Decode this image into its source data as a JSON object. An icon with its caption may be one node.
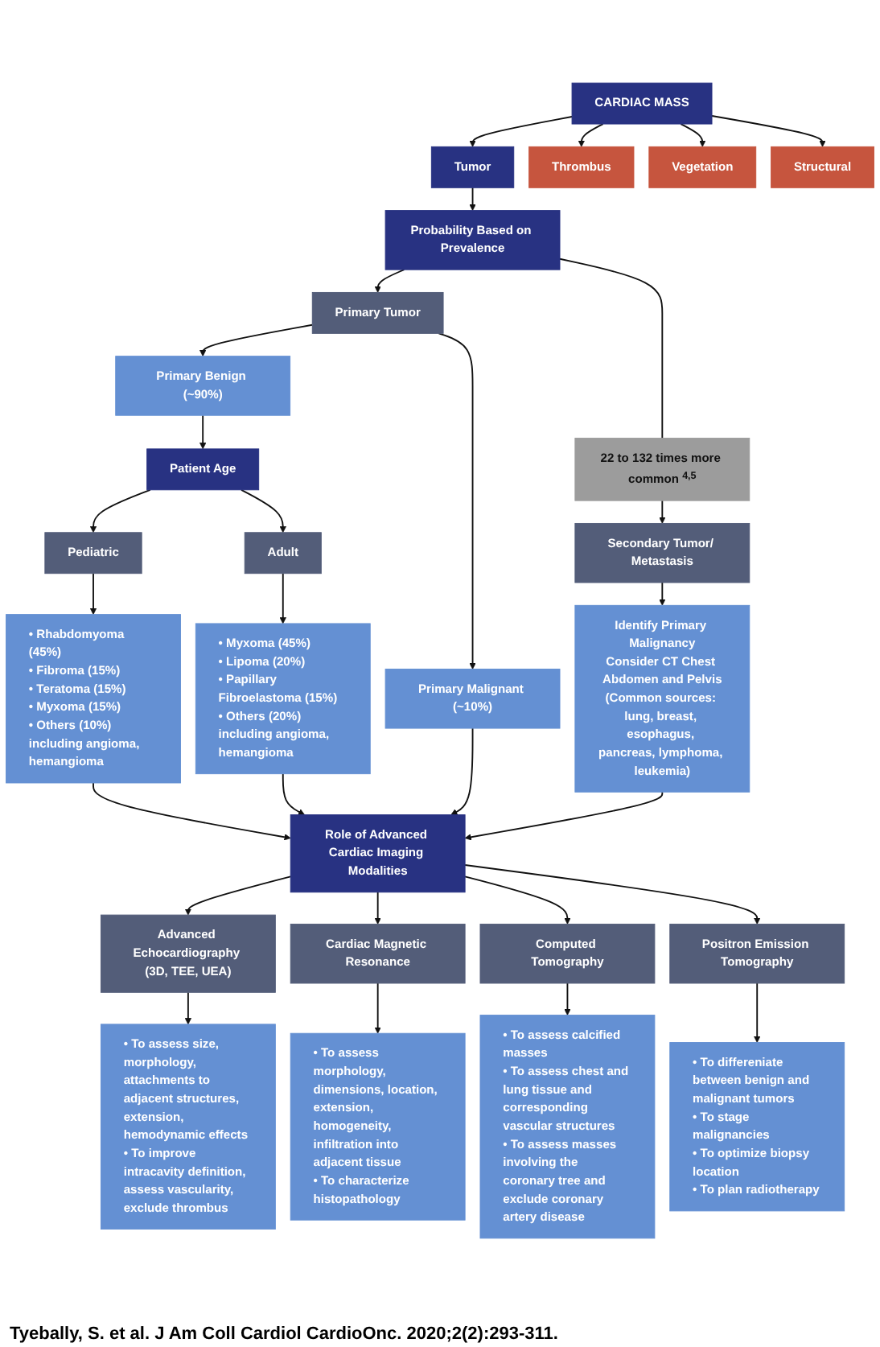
{
  "diagram": {
    "nodes": [
      {
        "text": [
          "CARDIAC MASS"
        ]
      },
      {
        "text": [
          "Tumor"
        ]
      },
      {
        "text": [
          "Thrombus"
        ]
      },
      {
        "text": [
          "Vegetation"
        ]
      },
      {
        "text": [
          "Structural"
        ]
      },
      {
        "text": [
          "Probability Based on Prevalence"
        ]
      },
      {
        "text": [
          "22 to 132 times more common $^{4,5}$"
        ]
      },
      {
        "text": [
          "Secondary Tumor/ Metastasis"
        ]
      },
      {
        "text": [
          "Identify Primary Malignancy",
          "Consider CT Chest Abdomen and Pelvis",
          "(Common sources: lung, breast, esophagus, pancreas, lymphoma, leukemia)"
        ]
      },
      {
        "text": [
          "Primary Tumor"
        ]
      },
      {
        "text": [
          "Primary Benign (~90%)"
        ]
      },
      {
        "text": [
          "Primary Malignant (~10%)"
        ]
      },
      {
        "text": [
          "Patient Age"
        ]
      },
      {
        "text": [
          "Pediatric"
        ]
      },
      {
        "text": [
          "Adult"
        ]
      },
      {
        "text": [
          "• Rhabdomyoma (45%)",
          "• Fibroma (15%)",
          "• Teratoma (15%)",
          "• Myxoma (15%)",
          "• Others (10%) including angioma, hemangioma"
        ]
      },
      {
        "text": [
          "• Myxoma (45%)",
          "• Lipoma (20%)",
          "• Papillary Fibroelastoma (15%)",
          "• Others (20%) including angioma, hemangioma"
        ]
      },
      {
        "text": [
          "Role of Advanced Cardiac Imaging Modalities"
        ]
      },
      {
        "text": [
          "Advanced Echocardiography (3D, TEE, UEA)"
        ]
      },
      {
        "text": [
          "Cardiac Magnetic Resonance"
        ]
      },
      {
        "text": [
          "Computed Tomography"
        ]
      },
      {
        "text": [
          "Positron Emission Tomography"
        ]
      },
      {
        "text": [
          "• To assess size, morphology, attachments to adjacent structures, extension, hemodynamic effects",
          "• To improve intracavity definition, assess vascularity, exclude thrombus"
        ]
      },
      {
        "text": [
          "• To assess morphology, dimensions, location, extension, homogeneity, infiltration into adjacent tissue",
          "• To characterize histopathology"
        ]
      },
      {
        "text": [
          "• To assess calcified masses",
          "• To assess chest and lung tissue and corresponding vascular structures",
          "• To assess masses involving the coronary tree and exclude coronary artery disease"
        ]
      },
      {
        "text": [
          "• To differeniate between benign and malignant tumors",
          "• To stage malignancies",
          "• To optimize biopsy location",
          "• To plan radiotherapy"
        ]
      }
    ],
    "edges": [
      {
        "from": 0,
        "to": 1,
        "arrow": "to"
      },
      {
        "from": 0,
        "to": 2,
        "arrow": "to"
      },
      {
        "from": 0,
        "to": 3,
        "arrow": "to"
      },
      {
        "from": 0,
        "to": 4,
        "arrow": "to"
      },
      {
        "from": 1,
        "to": 5,
        "arrow": "to"
      },
      {
        "from": 5,
        "to": 6,
        "arrow": "none"
      },
      {
        "from": 6,
        "to": 7,
        "arrow": "to"
      },
      {
        "from": 5,
        "to": 9,
        "arrow": "to"
      },
      {
        "from": 7,
        "to": 8,
        "arrow": "to"
      },
      {
        "from": 9,
        "to": 10,
        "arrow": "to"
      },
      {
        "from": 9,
        "to": 11,
        "arrow": "to"
      },
      {
        "from": 10,
        "to": 12,
        "arrow": "to"
      },
      {
        "from": 12,
        "to": 13,
        "arrow": "to"
      },
      {
        "from": 12,
        "to": 14,
        "arrow": "to"
      },
      {
        "from": 13,
        "to": 15,
        "arrow": "to"
      },
      {
        "from": 14,
        "to": 16,
        "arrow": "to"
      },
      {
        "from": 15,
        "to": 17,
        "arrow": "to"
      },
      {
        "from": 16,
        "to": 17,
        "arrow": "to"
      },
      {
        "from": 11,
        "to": 17,
        "arrow": "to"
      },
      {
        "from": 8,
        "to": 17,
        "arrow": "to"
      },
      {
        "from": 17,
        "to": 18,
        "arrow": "to"
      },
      {
        "from": 17,
        "to": 19,
        "arrow": "to"
      },
      {
        "from": 17,
        "to": 20,
        "arrow": "to"
      },
      {
        "from": 17,
        "to": 21,
        "arrow": "to"
      },
      {
        "from": 18,
        "to": 22,
        "arrow": "to"
      },
      {
        "from": 19,
        "to": 23,
        "arrow": "to"
      },
      {
        "from": 20,
        "to": 24,
        "arrow": "to"
      },
      {
        "from": 21,
        "to": 25,
        "arrow": "to"
      }
    ],
    "caption": "Tyebally, S. et al. J Am Coll Cardiol CardioOnc. 2020;2(2):293-311."
  }
}
